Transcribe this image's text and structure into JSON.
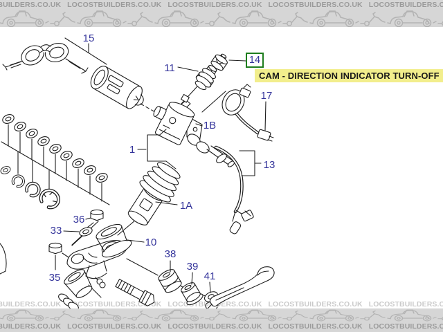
{
  "watermark": {
    "text": "LOCOSTBUILDERS.CO.UK",
    "strip_color": "#d6d6d6",
    "text_color": "#9b9b9b",
    "faint_text_color": "#cacaca",
    "sketch_color": "#b3b3b3"
  },
  "callout": {
    "boxed_part_number": "14",
    "box_border_color": "#1e7d1e",
    "label_text": "CAM - DIRECTION INDICATOR TURN-OFF",
    "label_bg_color": "#f2ee8c",
    "label_text_color": "#1a1a1a"
  },
  "diagram": {
    "line_color": "#1d1d1d",
    "label_color": "#34349b",
    "part_labels": [
      "15",
      "11",
      "17",
      "1B",
      "1",
      "13",
      "1A",
      "36",
      "33",
      "10",
      "35",
      "38",
      "39",
      "41"
    ]
  }
}
